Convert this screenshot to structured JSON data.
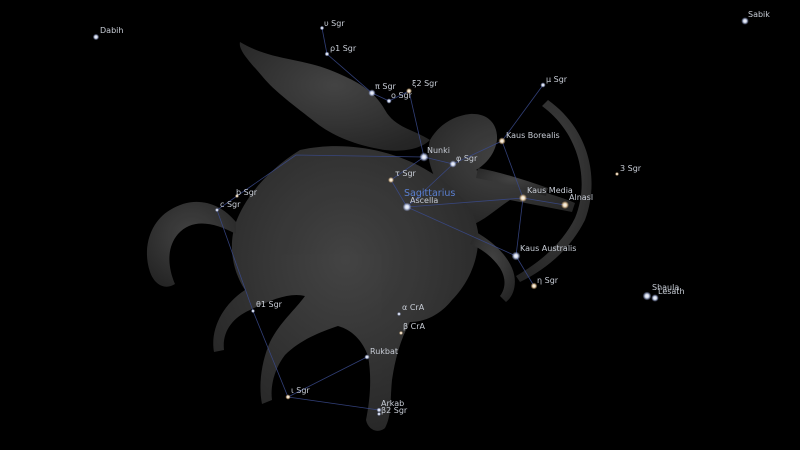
{
  "view": {
    "constellation_name": "Sagittarius",
    "colors": {
      "background": "#000000",
      "constellation_lines": "#3a4a8c",
      "constellation_name": "#5a7fd0",
      "star_label": "#c8cdd6",
      "figure": "#3b3b3b"
    }
  },
  "stars": {
    "dabih": "Dabih",
    "upsilon_sgr": "υ Sgr",
    "rho1_sgr": "ρ1 Sgr",
    "pi_sgr": "π Sgr",
    "xi2_sgr": "ξ2 Sgr",
    "omicron_sgr": "o Sgr",
    "mu_sgr": "μ Sgr",
    "kaus_borealis": "Kaus Borealis",
    "nunki": "Nunki",
    "phi_sgr": "φ Sgr",
    "tau_sgr": "τ Sgr",
    "b_sgr": "b Sgr",
    "c_sgr": "c Sgr",
    "ascella": "Ascella",
    "kaus_media": "Kaus Media",
    "alnasl": "Alnasl",
    "three_sgr": "3 Sgr",
    "kaus_australis": "Kaus Australis",
    "eta_sgr": "η Sgr",
    "theta1_sgr": "θ1 Sgr",
    "alpha_cra": "α CrA",
    "beta_cra": "β CrA",
    "rukbat": "Rukbat",
    "iota_sgr": "ι Sgr",
    "arkab": "Arkab",
    "beta2_sgr": "β2 Sgr",
    "sabik": "Sabik",
    "shaula": "Shaula",
    "lesath": "Lesath"
  }
}
